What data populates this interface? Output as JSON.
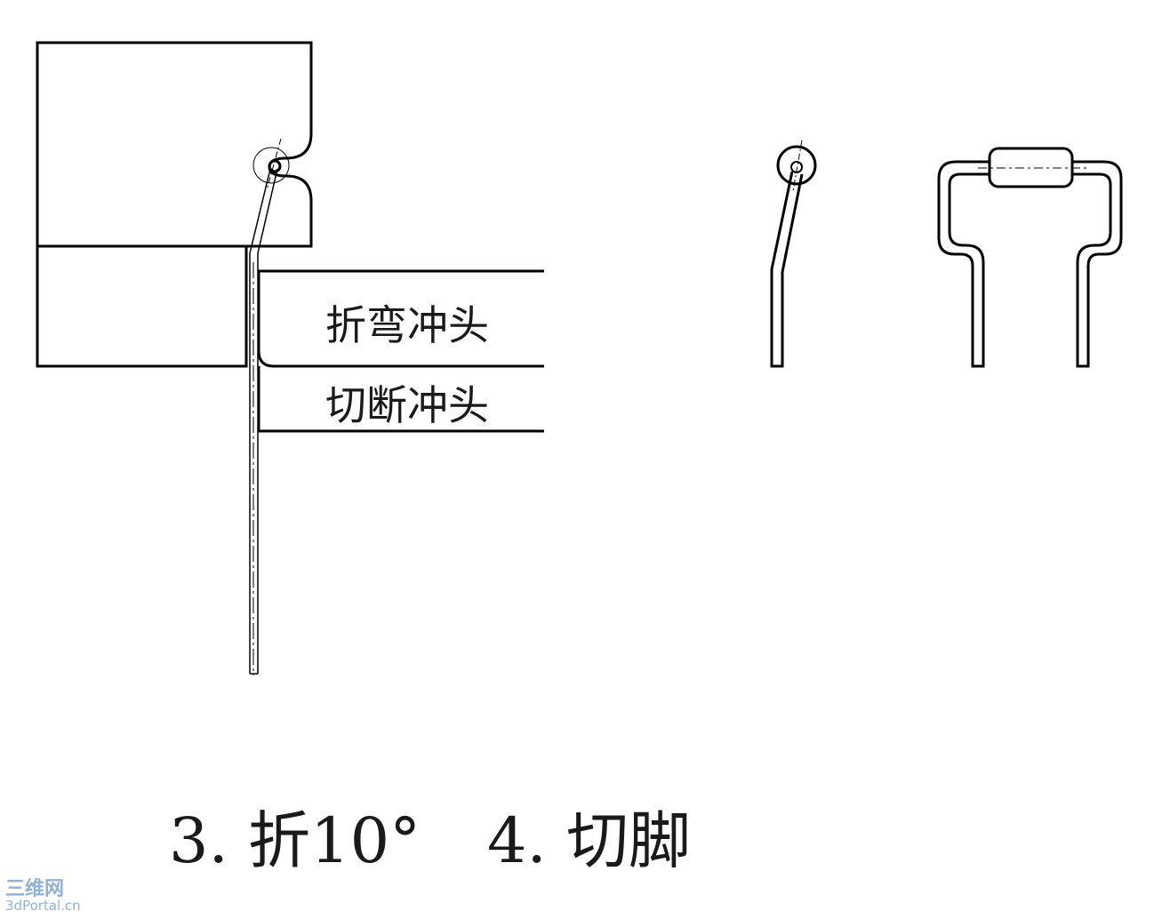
{
  "labels": {
    "bend_punch": "折弯冲头",
    "cut_punch": "切断冲头"
  },
  "captions": {
    "step3": "3. 折10°",
    "step4": "4. 切脚"
  },
  "watermark": {
    "name": "三维网",
    "url": "3dPortal.cn"
  },
  "colors": {
    "line": "#000000",
    "text": "#1a1a1a",
    "watermark": "#8fb2d8"
  }
}
